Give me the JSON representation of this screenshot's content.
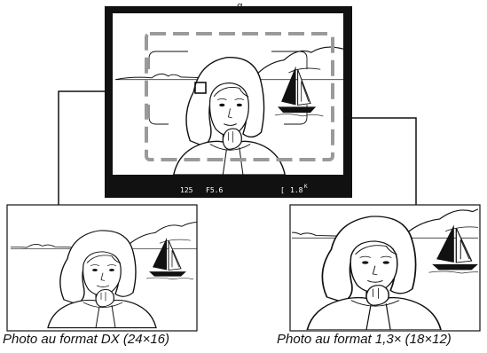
{
  "viewfinder": {
    "top_fragment": "g",
    "info_bar": {
      "shutter": "125",
      "aperture": "F5.6",
      "frame_bracket": "[",
      "frame_count": "1.8",
      "frame_unit": "K"
    }
  },
  "panels": [
    {
      "caption": "Photo au format DX (24×16)"
    },
    {
      "caption": "Photo au format 1,3× (18×12)"
    }
  ],
  "colors": {
    "frame": "#111111",
    "crop_box": "#9a9a9a",
    "info_bar_bg": "#111111",
    "info_text": "#ffffff"
  }
}
